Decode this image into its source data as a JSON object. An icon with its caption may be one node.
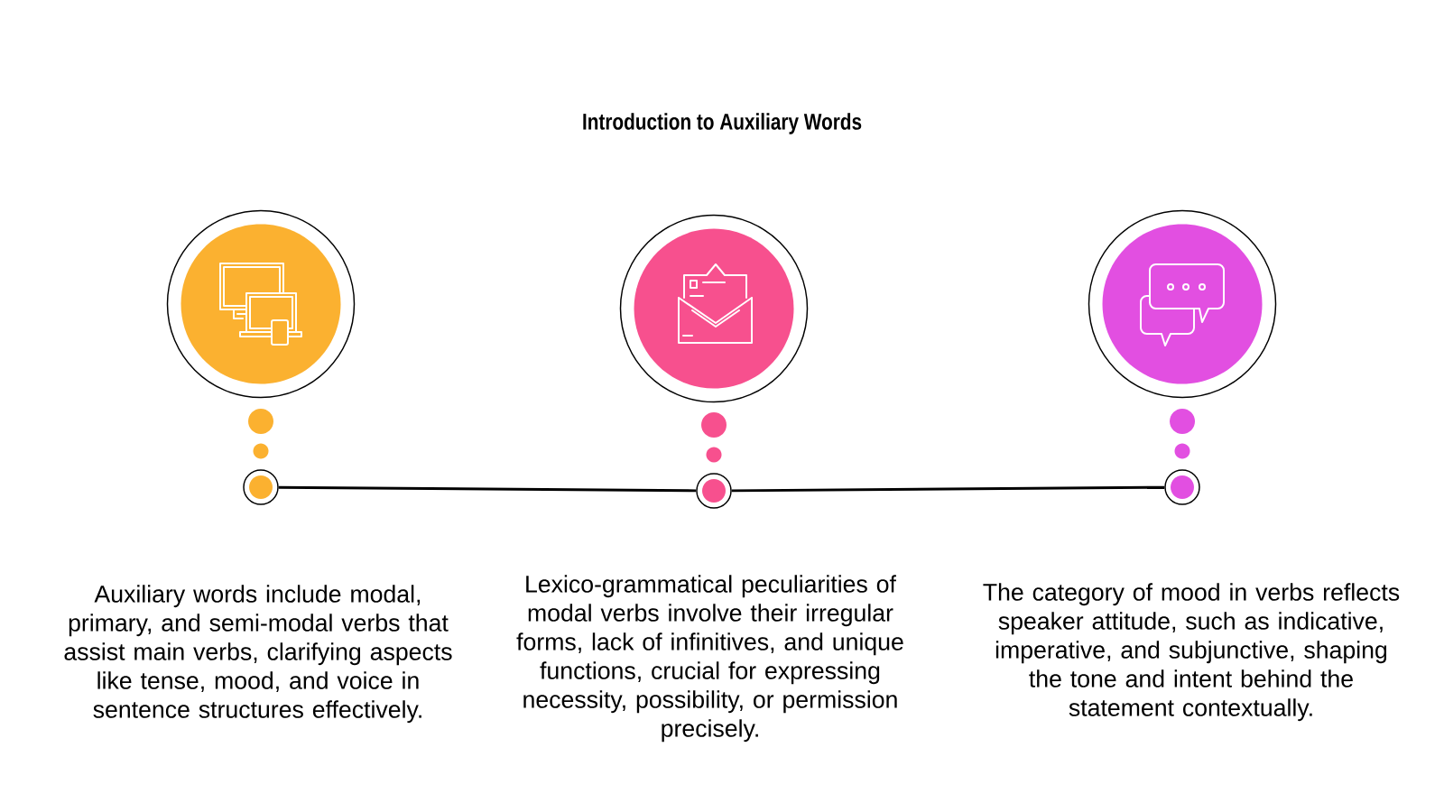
{
  "diagram": {
    "title": "Introduction to Auxiliary Words",
    "nodes": [
      {
        "text": [],
        "shape": "circle"
      },
      {
        "text": [],
        "shape": "circle"
      },
      {
        "text": [],
        "shape": "circle"
      },
      {
        "text": [],
        "shape": "circle",
        "beside": [
          "Auxiliary words include modal, primary, and semi-modal verbs that assist main verbs, clarifying aspects like tense, mood, and voice in sentence structures effectively."
        ]
      },
      {
        "text": [],
        "shape": "circle",
        "beside": [
          "Lexico-grammatical peculiarities of modal verbs involve their irregular forms, lack of infinitives, and unique functions, crucial for expressing necessity, possibility, or permission precisely."
        ]
      },
      {
        "text": [],
        "shape": "circle",
        "beside": [
          "The category of mood in verbs reflects speaker attitude, such as indicative, imperative, and subjunctive, shaping the tone and intent behind the statement contextually."
        ]
      }
    ],
    "edges": [
      {
        "from": 3,
        "to": 4,
        "arrow": "none"
      },
      {
        "from": 4,
        "to": 5,
        "arrow": "none"
      }
    ]
  }
}
